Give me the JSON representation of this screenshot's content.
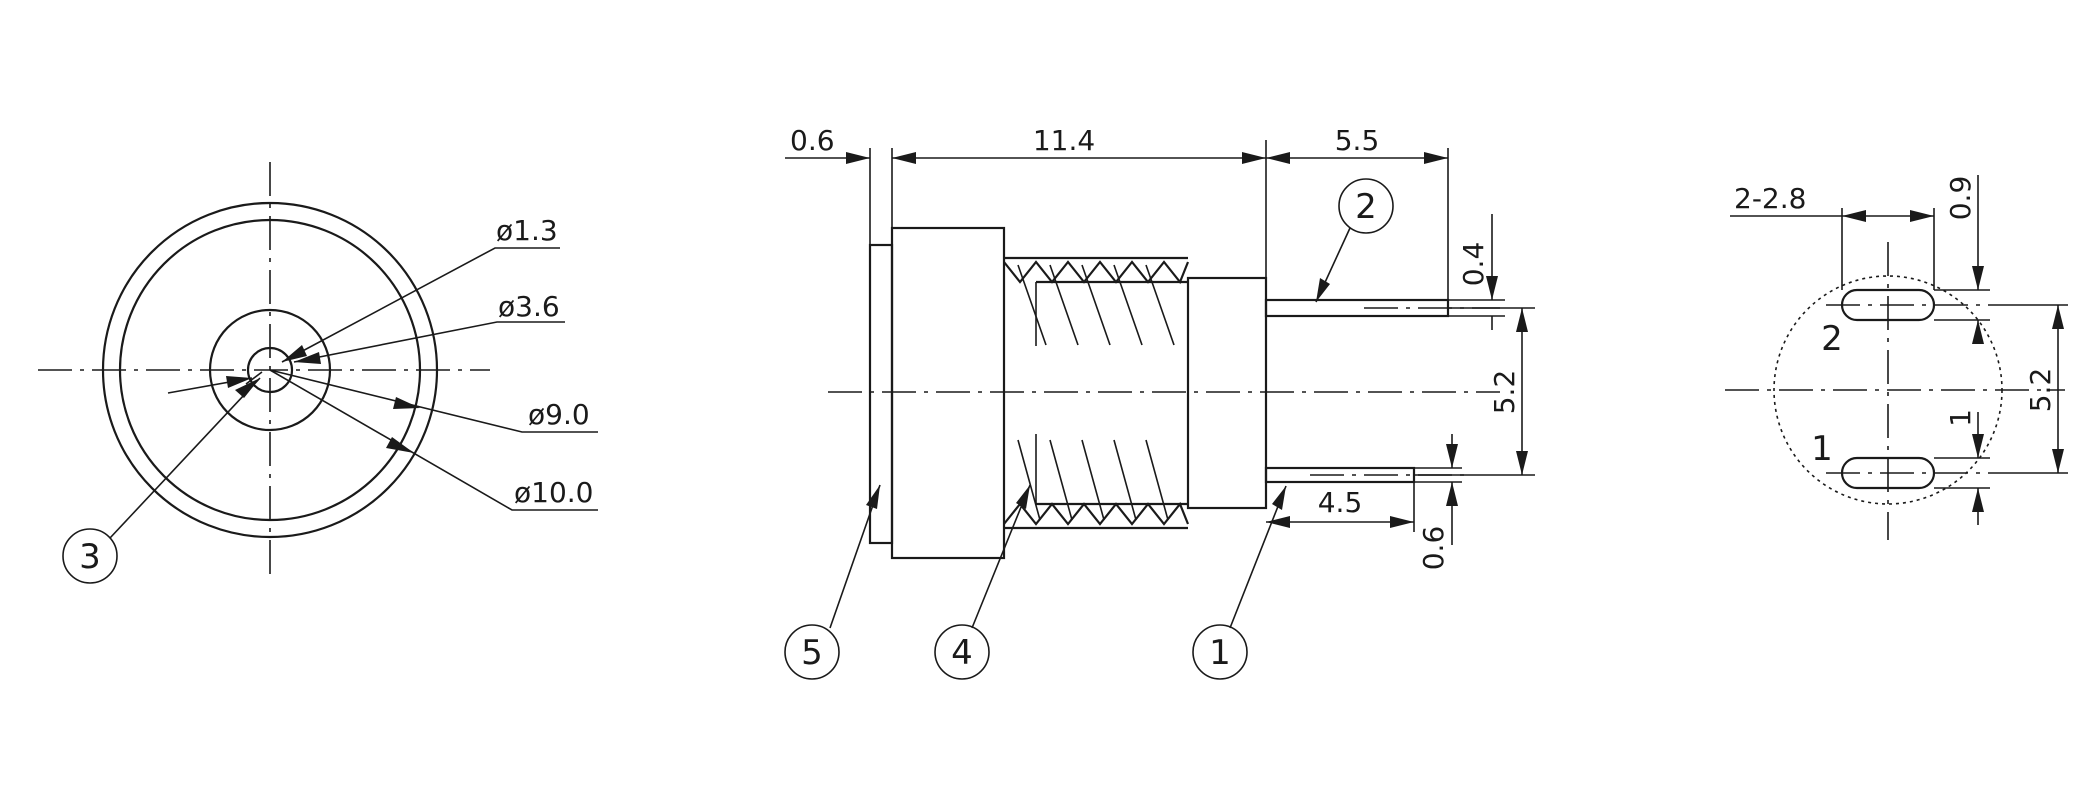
{
  "front_view": {
    "dim_d1": "ø1.3",
    "dim_d2": "ø3.6",
    "dim_d3": "ø9.0",
    "dim_d4": "ø10.0",
    "callout": "3"
  },
  "side_view": {
    "dim_flange": "0.6",
    "dim_body": "11.4",
    "dim_pin_len": "5.5",
    "dim_pin_thk_top": "0.4",
    "dim_pin_spacing": "5.2",
    "dim_pin_short": "4.5",
    "dim_pin_thk_bottom": "0.6",
    "callouts": [
      "1",
      "2",
      "4",
      "5"
    ]
  },
  "pcb_view": {
    "dim_slot": "2-2.8",
    "dim_slot_top": "0.9",
    "dim_slot_bottom": "1",
    "dim_spacing": "5.2",
    "label_pin2": "2",
    "label_pin1": "1"
  }
}
